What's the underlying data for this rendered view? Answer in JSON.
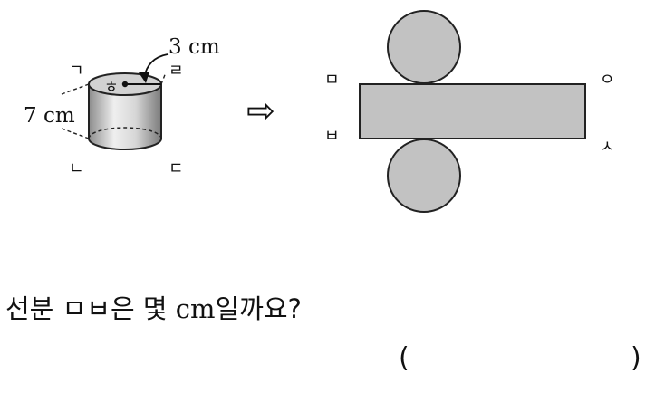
{
  "figure": {
    "cylinder": {
      "label_radius": "3 cm",
      "label_height": "7 cm",
      "point_top_left": "ㄱ",
      "point_top_right": "ㄹ",
      "point_center": "ㅎ",
      "point_bottom_left": "ㄴ",
      "point_bottom_right": "ㄷ"
    },
    "arrow": "⇨",
    "net": {
      "point_top_left": "ㅁ",
      "point_top_right": "ㅇ",
      "point_bottom_left": "ㅂ",
      "point_bottom_right": "ㅅ"
    }
  },
  "question": {
    "prefix": "선분 ",
    "segment": "ㅁㅂ",
    "middle": "은 몇 ",
    "unit": "cm",
    "suffix": "일까요?"
  },
  "answer": {
    "open_paren": "(",
    "close_paren": ")"
  }
}
